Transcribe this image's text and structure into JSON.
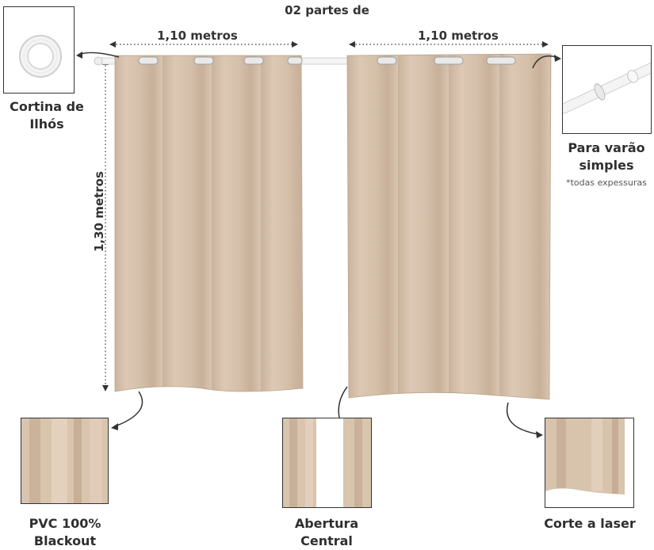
{
  "title": "02 partes de",
  "dimensions": {
    "width_left": "1,10 metros",
    "width_right": "1,10 metros",
    "height": "1,30 metros"
  },
  "labels": {
    "grommet": "Cortina de\nIlhós",
    "rod": "Para varão\nsimples",
    "rod_note": "*todas expessuras",
    "pvc": "PVC 100%\nBlackout",
    "opening": "Abertura\nCentral",
    "laser": "Corte a laser"
  },
  "colors": {
    "fabric": "#d7c2ad",
    "fabric_shadow": "#c5ad96",
    "fabric_light": "#e2cfbd",
    "rod": "#f2f2f2",
    "grommet": "#e6e6e6"
  },
  "icons": {
    "grommet": "grommet-ring-icon",
    "rod": "curtain-rod-icon",
    "arrows": "curved-arrow-icon"
  }
}
